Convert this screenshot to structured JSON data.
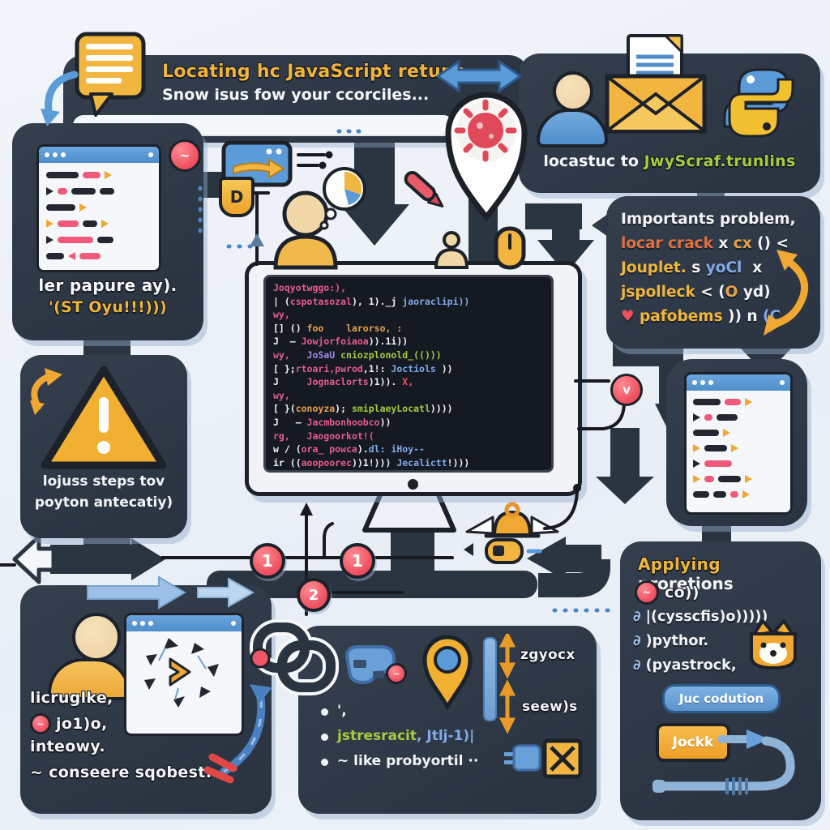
{
  "banner": {
    "title": "Locating hc JavaScript retuns",
    "subtitle": "Snow isus fow your ccorciles..."
  },
  "top_right": {
    "caption_prefix": "locastuc to ",
    "caption_highlight": "JwyScraf.trunlins"
  },
  "left_panel": {
    "line1": "ler papure ay).",
    "line2": "'(ST Oyu!!!)))"
  },
  "warning": {
    "line1": "lojuss steps tov",
    "line2": "poyton antecatiy)"
  },
  "monitor": {
    "code": [
      [
        [
          "Joqyotwggo:),",
          "p"
        ]
      ],
      [
        [
          "| (",
          "w"
        ],
        [
          "cspotasozal",
          "p"
        ],
        [
          "), 1)._j ",
          "w"
        ],
        [
          "jaoraclipi))",
          "b"
        ]
      ],
      [
        [
          "wy,",
          "p"
        ]
      ],
      [
        [
          "[] () ",
          "w"
        ],
        [
          "foo",
          "o"
        ],
        [
          "    ",
          "w"
        ],
        [
          "larorso, :",
          "o"
        ]
      ],
      [
        [
          "J  — ",
          "w"
        ],
        [
          "Jowjorfoiaoa",
          "p"
        ],
        [
          ")).1i))",
          "w"
        ]
      ],
      [
        [
          "wy,   ",
          "p"
        ],
        [
          "JoSaU",
          "pu"
        ],
        [
          " cniozplonold_(()))",
          "g"
        ]
      ],
      [
        [
          "[ };",
          "w"
        ],
        [
          "rtoari,pwrod",
          "p"
        ],
        [
          ",1!: ",
          "w"
        ],
        [
          "Joctiols",
          "b"
        ],
        [
          " ))",
          "w"
        ]
      ],
      [
        [
          "J     ",
          "w"
        ],
        [
          "Jognaclorts",
          "p"
        ],
        [
          ")1)). ",
          "w"
        ],
        [
          "X",
          "r"
        ],
        [
          ",",
          "p"
        ]
      ],
      [
        [
          "wy,",
          "p"
        ]
      ],
      [
        [
          "[ }(",
          "w"
        ],
        [
          "conoyza",
          "o"
        ],
        [
          "); ",
          "w"
        ],
        [
          "smiplaeyLocatl",
          "g"
        ],
        [
          "))))",
          "w"
        ]
      ],
      [
        [
          "J   — ",
          "w"
        ],
        [
          "Jacmbonhoobco",
          "p"
        ],
        [
          "))",
          "w"
        ]
      ],
      [
        [
          "rg,   Jaogoorkot!(",
          "p"
        ]
      ],
      [
        [
          "w / (",
          "w"
        ],
        [
          "ora_ powca",
          "p"
        ],
        [
          ").",
          "w"
        ],
        [
          "dl: iHoy--",
          "b"
        ]
      ],
      [
        [
          "ir ((",
          "w"
        ],
        [
          "aoopoorec",
          "p"
        ],
        [
          "))1!))) ",
          "w"
        ],
        [
          "Jecalictt",
          "b"
        ],
        [
          "!)))",
          "w"
        ]
      ]
    ]
  },
  "importants": {
    "lines": [
      [
        [
          "Importants problem,",
          "w"
        ]
      ],
      [
        [
          "locar crack",
          "o2"
        ],
        [
          " x ",
          "w"
        ],
        [
          "cx",
          "o"
        ],
        [
          " () <",
          "w"
        ]
      ],
      [
        [
          "Jouplet.",
          "y"
        ],
        [
          " s ",
          "w"
        ],
        [
          "yoCl",
          "b"
        ],
        [
          "  x",
          "w"
        ]
      ],
      [
        [
          "jspolleck",
          "y"
        ],
        [
          " < (",
          "w"
        ],
        [
          "O",
          "o"
        ],
        [
          " yd)",
          "w"
        ]
      ],
      [
        [
          "♥",
          "r"
        ],
        [
          " pafobems",
          "y"
        ],
        [
          " )) n ",
          "w"
        ],
        [
          "(C",
          "b"
        ]
      ]
    ]
  },
  "applying": {
    "title_y": "Applying",
    "title_w": " proretions",
    "line_co": "co))",
    "lines": [
      [
        [
          "∂ ",
          "b2"
        ],
        [
          "|(cysscfis)o)))))",
          "w"
        ]
      ],
      [
        [
          "∂ ",
          "b2"
        ],
        [
          ")pythor.",
          "w"
        ]
      ],
      [
        [
          "∂ ",
          "b2"
        ],
        [
          "(pyastrock,",
          "w"
        ]
      ]
    ],
    "chip_blue": "Juc codution",
    "chip_orange": "Jockk"
  },
  "bottom_left": {
    "lines": [
      "licruglke,",
      "jo1)o,",
      "inteowy.",
      "~ conseere sqobest:"
    ]
  },
  "bottom_center": {
    "label_top": "zgyocx",
    "label_mid": "seew)s",
    "bullets": [
      [
        [
          "',",
          "w"
        ]
      ],
      [
        [
          "jstresracit",
          "g"
        ],
        [
          ", Jtlj-1)|",
          "b"
        ]
      ],
      [
        [
          "~ like probyortil ··",
          "w"
        ]
      ]
    ]
  },
  "badges": {
    "d": "D",
    "one": "1",
    "two": "2",
    "scribble": "~",
    "check": "v"
  }
}
